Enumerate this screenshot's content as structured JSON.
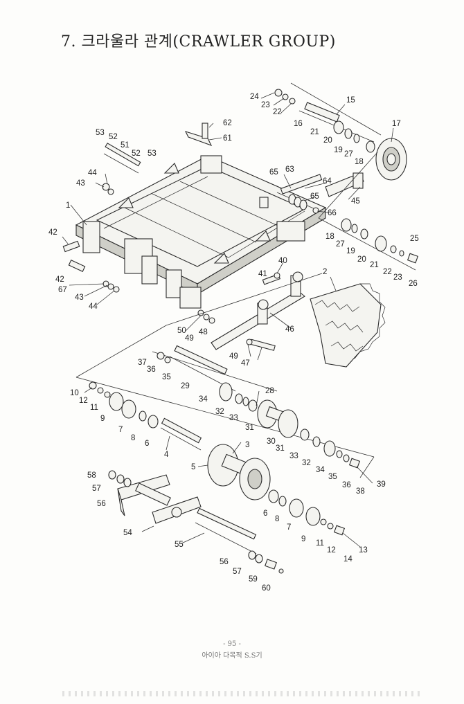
{
  "title": "7. 크라울라 관계(CRAWLER GROUP)",
  "footer": {
    "page": "- 95 -",
    "label": "아이아 다목적 S.S기"
  },
  "parts": [
    "1",
    "2",
    "3",
    "4",
    "5",
    "6",
    "7",
    "8",
    "9",
    "10",
    "11",
    "12",
    "13",
    "14",
    "15",
    "16",
    "17",
    "18",
    "19",
    "20",
    "21",
    "22",
    "23",
    "24",
    "25",
    "26",
    "27",
    "28",
    "29",
    "30",
    "31",
    "32",
    "33",
    "34",
    "35",
    "36",
    "37",
    "38",
    "39",
    "40",
    "41",
    "42",
    "43",
    "44",
    "45",
    "46",
    "47",
    "48",
    "49",
    "50",
    "51",
    "52",
    "53",
    "54",
    "55",
    "56",
    "57",
    "58",
    "59",
    "60",
    "61",
    "62",
    "63",
    "64",
    "65",
    "66",
    "67"
  ]
}
